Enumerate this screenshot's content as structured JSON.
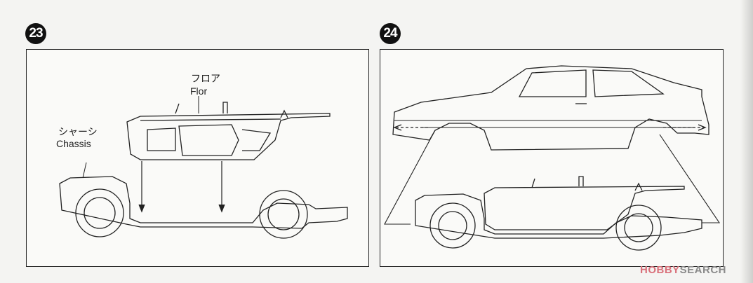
{
  "steps": [
    {
      "number": "23",
      "labels": {
        "floor_jp": "フロア",
        "floor_en": "Flor",
        "chassis_jp": "シャーシ",
        "chassis_en": "Chassis"
      }
    },
    {
      "number": "24"
    }
  ],
  "watermark": {
    "brand_a": "HOBBY",
    "brand_b": "SEARCH"
  }
}
